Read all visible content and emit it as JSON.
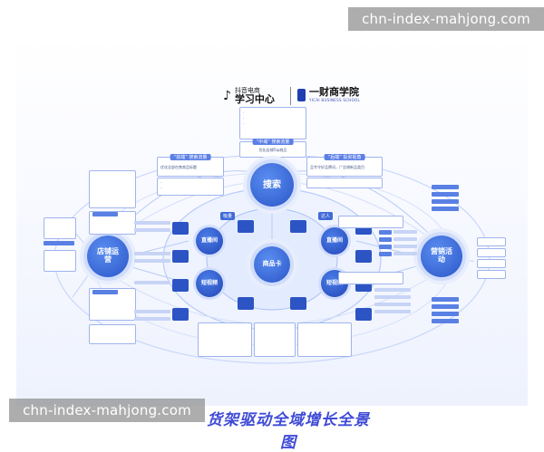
{
  "watermark": {
    "top": "chn-index-mahjong.com",
    "bottom": "chn-index-mahjong.com"
  },
  "logos": {
    "douyin_small": "抖音电商",
    "douyin_big": "学习中心",
    "yicai_big": "一财商学院",
    "yicai_sub": "YICAI BUSINESS SCHOOL"
  },
  "nodes": {
    "search": "搜索",
    "store": "店铺运营",
    "marketing": "营销活动",
    "product_card": "商品卡",
    "live_left": "直播间",
    "video_left": "短视频",
    "live_right": "直播间",
    "video_right": "短视频"
  },
  "boxes": {
    "search_top_title": "“中域” 搜索流量",
    "search_top_line": "优化店铺Top商品",
    "search_left_title": "“前端” 搜索流量",
    "search_left_line": "优化全部在售商品标题",
    "search_right_title": "“后端” 投资视角",
    "search_right_line": "品专守好品牌词，广告增新品类目"
  },
  "tags": {
    "left_tag": "吸量",
    "right_tag": "达人"
  },
  "caption": "货架驱动全域增长全景图",
  "colors": {
    "primary": "#2b56c9",
    "accent": "#3f4bd6",
    "ring": "#c9d7fb"
  }
}
